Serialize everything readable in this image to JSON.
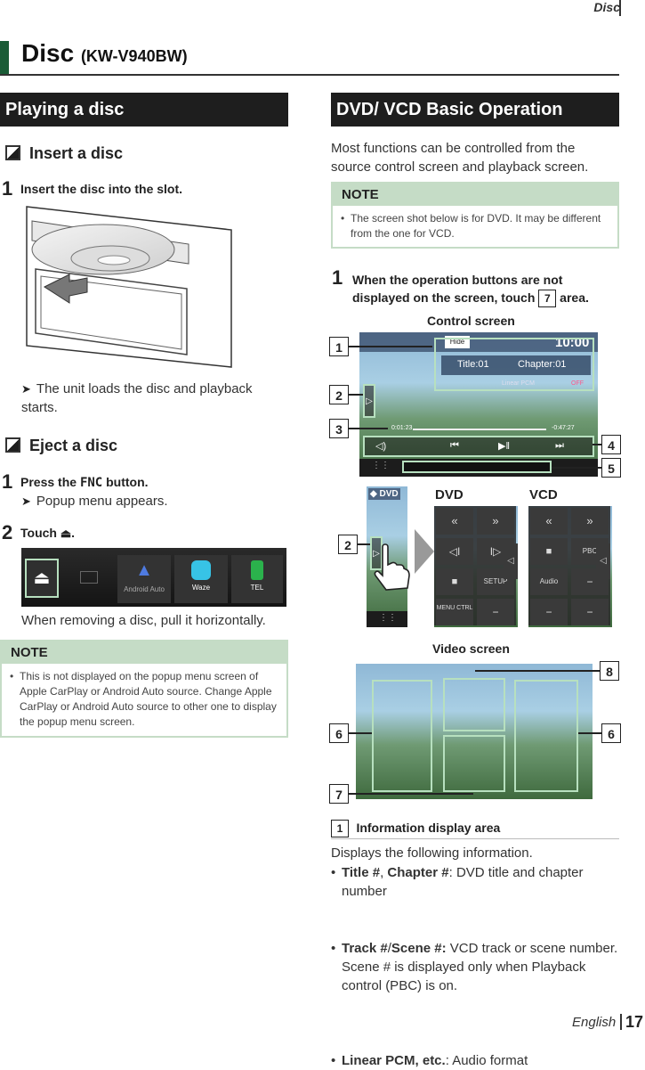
{
  "header": {
    "section_word": "Disc"
  },
  "page_title": {
    "main": "Disc",
    "model": "(KW-V940BW)"
  },
  "left": {
    "section_title": "Playing a disc",
    "insert": {
      "title": "Insert a disc",
      "step1_num": "1",
      "step1_text": "Insert the disc into the slot.",
      "result": "The unit loads the disc and playback starts."
    },
    "eject": {
      "title": "Eject a disc",
      "step1_num": "1",
      "step1_pre": "Press the ",
      "step1_key": "FNC",
      "step1_post": " button.",
      "step1_result": "Popup menu appears.",
      "step2_num": "2",
      "step2_text": "Touch",
      "step2_suffix": ".",
      "menu_labels": [
        "Android Auto",
        "Waze",
        "TEL"
      ],
      "caption": "When removing a disc, pull it horizontally."
    },
    "note": {
      "head": "NOTE",
      "text": "This is not displayed on the popup menu screen of Apple CarPlay or Android Auto source. Change Apple CarPlay or Android Auto source to other one to display the popup menu screen."
    }
  },
  "right": {
    "section_title": "DVD/ VCD Basic Operation",
    "intro": "Most functions can be controlled from the source control screen and playback screen.",
    "note": {
      "head": "NOTE",
      "text": "The screen shot below is for DVD. It may be different from the one for VCD."
    },
    "step1_num": "1",
    "step1_text_a": "When the operation buttons are not",
    "step1_text_b": "displayed on the screen, touch",
    "step1_box": "7",
    "step1_text_c": "area.",
    "control_screen_label": "Control screen",
    "control_ui": {
      "hide": "Hide",
      "time": "10:00",
      "title": "Title:01",
      "chapter": "Chapter:01",
      "audio": "Linear PCM",
      "off": "OFF",
      "elapsed": "0:01:23",
      "remain": "-0:47:27"
    },
    "callouts": [
      "1",
      "2",
      "3",
      "4",
      "5"
    ],
    "dvd_label": "DVD",
    "vcd_label": "VCD",
    "dvd_buttons": [
      "SETUP",
      "MENU CTRL"
    ],
    "vcd_buttons": [
      "PBC",
      "Audio"
    ],
    "dvd_callout": "2",
    "video_screen_label": "Video screen",
    "video_callouts": {
      "c6": "6",
      "c7": "7",
      "c8": "8"
    },
    "info": {
      "num": "1",
      "title": "Information display area",
      "desc": "Displays the following information.",
      "b1_a": "Title #",
      "b1_sep": ", ",
      "b1_b": "Chapter #",
      "b1_rest": ": DVD title and chapter number",
      "b2_a": "Track #",
      "b2_sep": "/",
      "b2_b": "Scene #:",
      "b2_rest": " VCD track or scene number. Scene # is displayed only when Playback control (PBC) is on.",
      "b3_a": "Linear PCM, etc.",
      "b3_rest": ": Audio format"
    }
  },
  "footer": {
    "lang": "English",
    "page": "17"
  }
}
